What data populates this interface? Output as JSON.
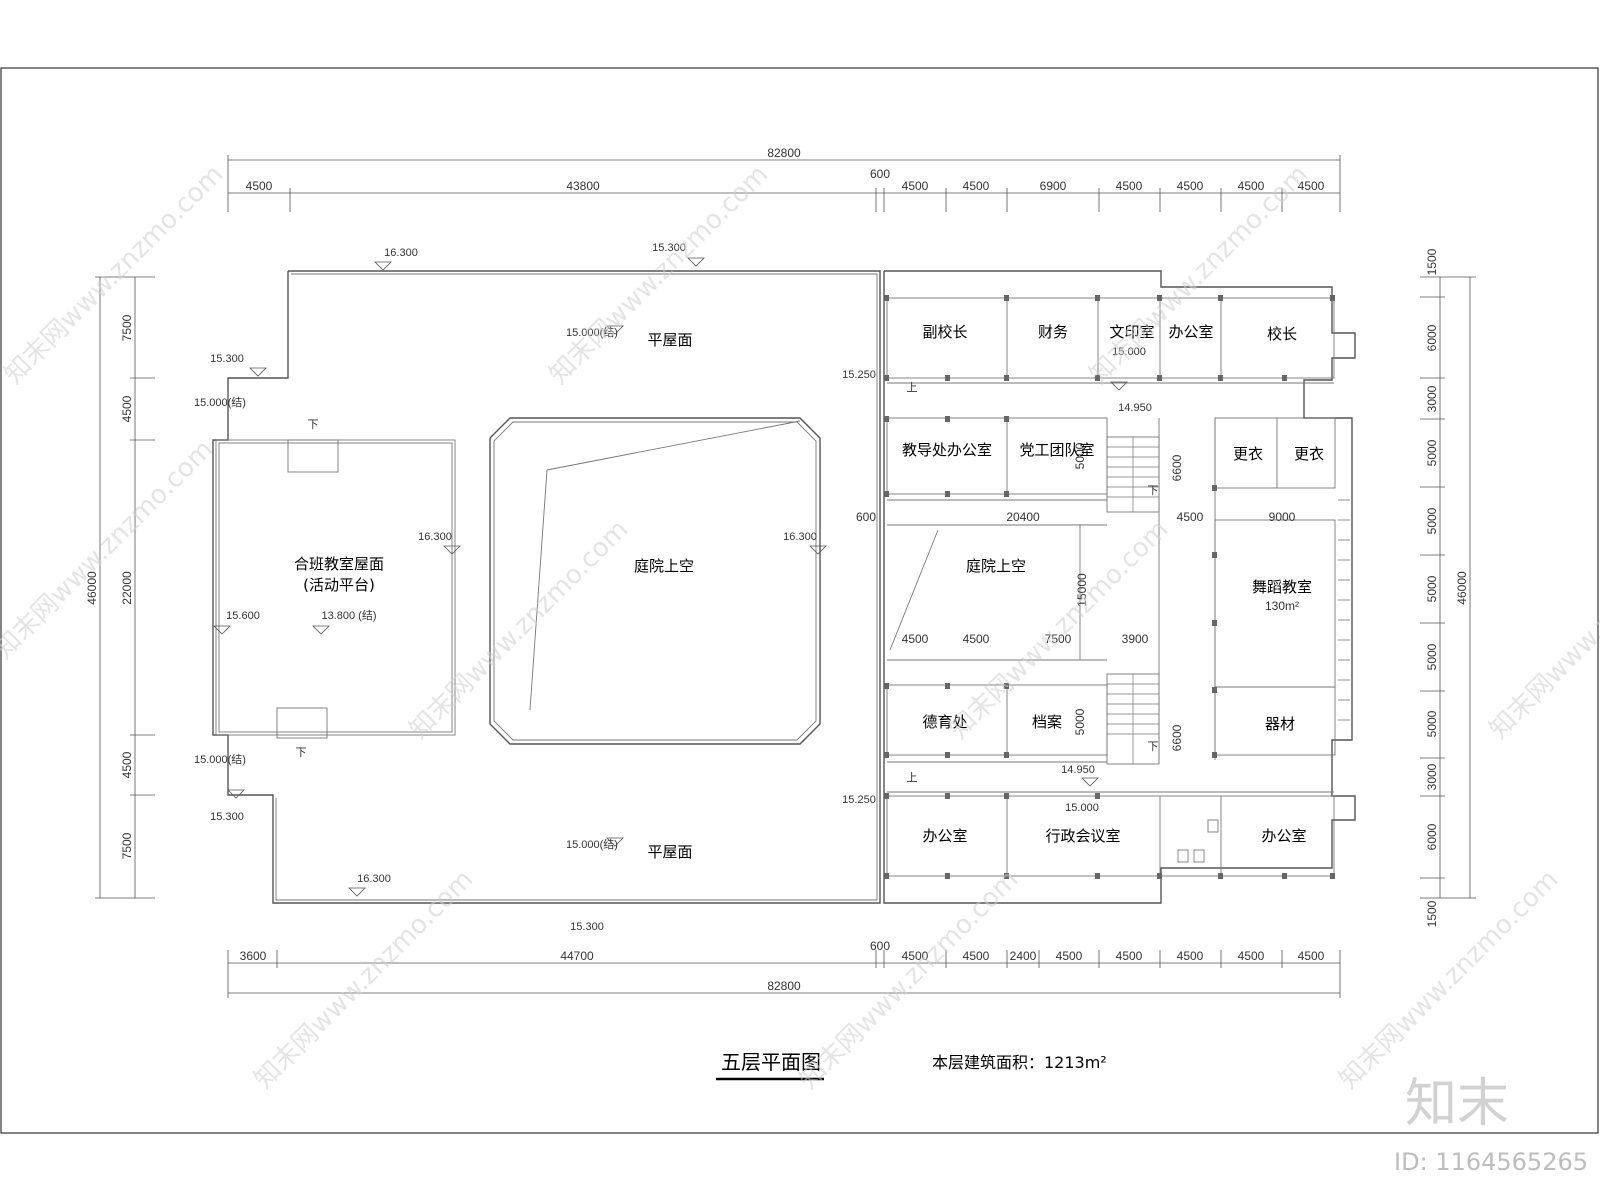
{
  "drawing": {
    "title": "五层平面图",
    "area_label": "本层建筑面积：1213m²"
  },
  "rooms": {
    "vice_principal": "副校长",
    "finance": "财务",
    "print": "文印室",
    "office_top": "办公室",
    "principal": "校长",
    "academic_office": "教导处办公室",
    "party_union": "党工团队室",
    "changing_1": "更衣",
    "changing_2": "更衣",
    "dance_classroom": "舞蹈教室",
    "dance_area": "130m²",
    "equipment": "器材",
    "moral_edu": "德育处",
    "archive": "档案",
    "office_bottom_left": "办公室",
    "admin_meeting": "行政会议室",
    "office_bottom_right": "办公室",
    "courtyard_left": "庭院上空",
    "courtyard_right": "庭院上空",
    "flat_roof_top": "平屋面",
    "flat_roof_bottom": "平屋面",
    "class_roof": "合班教室屋面",
    "class_roof_sub": "(活动平台)"
  },
  "dimensions": {
    "top_total": "82800",
    "top_segments": [
      "4500",
      "43800",
      "600",
      "4500",
      "4500",
      "6900",
      "4500",
      "4500",
      "4500",
      "4500"
    ],
    "bottom_total": "82800",
    "bottom_segments": [
      "3600",
      "44700",
      "600",
      "4500",
      "4500",
      "2400",
      "4500",
      "4500",
      "4500",
      "4500",
      "4500"
    ],
    "left_total": "46000",
    "left_segments": [
      "7500",
      "4500",
      "22000",
      "4500",
      "7500"
    ],
    "right_total": "46000",
    "right_segments": [
      "1500",
      "6000",
      "3000",
      "5000",
      "5000",
      "5000",
      "5000",
      "5000",
      "3000",
      "6000",
      "1500"
    ],
    "inner": [
      "600",
      "20400",
      "4500",
      "9000",
      "15000",
      "4500",
      "4500",
      "7500",
      "3900",
      "6600",
      "6600",
      "5000",
      "5000"
    ]
  },
  "elevations": {
    "e1": "16.300",
    "e2": "15.300",
    "e3": "15.300",
    "e4": "15.000(结)",
    "e5": "15.000(结)",
    "e6": "16.300",
    "e7": "16.300",
    "e8": "15.600",
    "e9": "13.800 (结)",
    "e10": "15.000(结)",
    "e11": "15.300",
    "e12": "15.000(结)",
    "e13": "16.300",
    "e14": "15.300",
    "e15": "15.250",
    "e16": "15.000",
    "e17": "14.950",
    "e18": "15.250",
    "e19": "14.950",
    "e20": "15.000"
  },
  "stair_labels": {
    "up": "上",
    "down": "下"
  },
  "watermark": {
    "text": "知末网www.znzmo.com",
    "logo": "知末",
    "image_id": "ID: 1164565265"
  }
}
